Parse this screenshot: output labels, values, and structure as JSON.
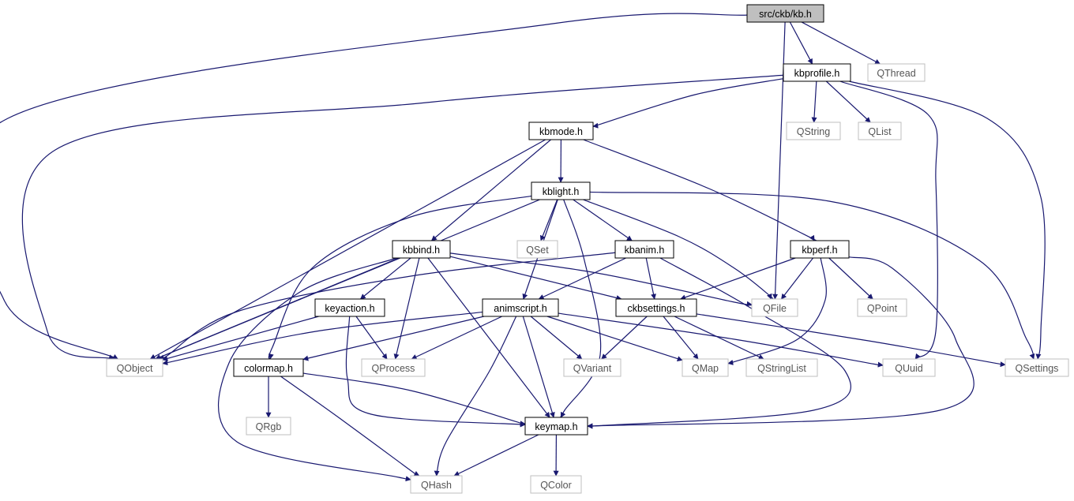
{
  "graph": {
    "colors": {
      "edge": "#191970",
      "root_fill": "#bfbfbf",
      "header_border": "#000000",
      "external_border": "#bfbfbf",
      "header_text": "#000000",
      "external_text": "#555555"
    },
    "nodes": [
      {
        "id": "kb",
        "label": "src/ckb/kb.h",
        "kind": "root"
      },
      {
        "id": "kbprofile",
        "label": "kbprofile.h",
        "kind": "header"
      },
      {
        "id": "qthread",
        "label": "QThread",
        "kind": "external"
      },
      {
        "id": "qstring",
        "label": "QString",
        "kind": "external"
      },
      {
        "id": "qlist",
        "label": "QList",
        "kind": "external"
      },
      {
        "id": "kbmode",
        "label": "kbmode.h",
        "kind": "header"
      },
      {
        "id": "kblight",
        "label": "kblight.h",
        "kind": "header"
      },
      {
        "id": "qset",
        "label": "QSet",
        "kind": "external"
      },
      {
        "id": "kbbind",
        "label": "kbbind.h",
        "kind": "header"
      },
      {
        "id": "kbanim",
        "label": "kbanim.h",
        "kind": "header"
      },
      {
        "id": "kbperf",
        "label": "kbperf.h",
        "kind": "header"
      },
      {
        "id": "keyaction",
        "label": "keyaction.h",
        "kind": "header"
      },
      {
        "id": "animscript",
        "label": "animscript.h",
        "kind": "header"
      },
      {
        "id": "ckbsettings",
        "label": "ckbsettings.h",
        "kind": "header"
      },
      {
        "id": "qfile",
        "label": "QFile",
        "kind": "external"
      },
      {
        "id": "qpoint",
        "label": "QPoint",
        "kind": "external"
      },
      {
        "id": "qobject",
        "label": "QObject",
        "kind": "external"
      },
      {
        "id": "colormap",
        "label": "colormap.h",
        "kind": "header"
      },
      {
        "id": "qprocess",
        "label": "QProcess",
        "kind": "external"
      },
      {
        "id": "qvariant",
        "label": "QVariant",
        "kind": "external"
      },
      {
        "id": "qmap",
        "label": "QMap",
        "kind": "external"
      },
      {
        "id": "qstringlist",
        "label": "QStringList",
        "kind": "external"
      },
      {
        "id": "quuid",
        "label": "QUuid",
        "kind": "external"
      },
      {
        "id": "qsettings",
        "label": "QSettings",
        "kind": "external"
      },
      {
        "id": "qrgb",
        "label": "QRgb",
        "kind": "external"
      },
      {
        "id": "keymap",
        "label": "keymap.h",
        "kind": "header"
      },
      {
        "id": "qhash",
        "label": "QHash",
        "kind": "external"
      },
      {
        "id": "qcolor",
        "label": "QColor",
        "kind": "external"
      }
    ],
    "edges": [
      [
        "kb",
        "qobject"
      ],
      [
        "kb",
        "qfile"
      ],
      [
        "kb",
        "kbprofile"
      ],
      [
        "kb",
        "qthread"
      ],
      [
        "kbprofile",
        "qobject"
      ],
      [
        "kbprofile",
        "kbmode"
      ],
      [
        "kbprofile",
        "qstring"
      ],
      [
        "kbprofile",
        "qlist"
      ],
      [
        "kbprofile",
        "quuid"
      ],
      [
        "kbprofile",
        "qsettings"
      ],
      [
        "kbmode",
        "qobject"
      ],
      [
        "kbmode",
        "kblight"
      ],
      [
        "kbmode",
        "kbbind"
      ],
      [
        "kbmode",
        "kbperf"
      ],
      [
        "kblight",
        "qobject"
      ],
      [
        "kblight",
        "qset"
      ],
      [
        "kblight",
        "kbanim"
      ],
      [
        "kblight",
        "qfile"
      ],
      [
        "kblight",
        "qsettings"
      ],
      [
        "kblight",
        "colormap"
      ],
      [
        "kblight",
        "animscript"
      ],
      [
        "kblight",
        "keymap"
      ],
      [
        "kbbind",
        "qobject"
      ],
      [
        "kbbind",
        "keyaction"
      ],
      [
        "kbbind",
        "qprocess"
      ],
      [
        "kbbind",
        "keymap"
      ],
      [
        "kbbind",
        "ckbsettings"
      ],
      [
        "kbbind",
        "qfile"
      ],
      [
        "kbbind",
        "qhash"
      ],
      [
        "kbanim",
        "qobject"
      ],
      [
        "kbanim",
        "animscript"
      ],
      [
        "kbanim",
        "ckbsettings"
      ],
      [
        "kbanim",
        "keymap"
      ],
      [
        "kbperf",
        "ckbsettings"
      ],
      [
        "kbperf",
        "qfile"
      ],
      [
        "kbperf",
        "qpoint"
      ],
      [
        "kbperf",
        "qmap"
      ],
      [
        "kbperf",
        "keymap"
      ],
      [
        "keyaction",
        "qobject"
      ],
      [
        "keyaction",
        "qprocess"
      ],
      [
        "keyaction",
        "keymap"
      ],
      [
        "animscript",
        "qobject"
      ],
      [
        "animscript",
        "colormap"
      ],
      [
        "animscript",
        "qprocess"
      ],
      [
        "animscript",
        "qvariant"
      ],
      [
        "animscript",
        "qmap"
      ],
      [
        "animscript",
        "quuid"
      ],
      [
        "animscript",
        "keymap"
      ],
      [
        "animscript",
        "qhash"
      ],
      [
        "ckbsettings",
        "qvariant"
      ],
      [
        "ckbsettings",
        "qmap"
      ],
      [
        "ckbsettings",
        "qstringlist"
      ],
      [
        "ckbsettings",
        "qsettings"
      ],
      [
        "colormap",
        "qrgb"
      ],
      [
        "colormap",
        "qhash"
      ],
      [
        "colormap",
        "keymap"
      ],
      [
        "keymap",
        "qhash"
      ],
      [
        "keymap",
        "qcolor"
      ]
    ]
  }
}
